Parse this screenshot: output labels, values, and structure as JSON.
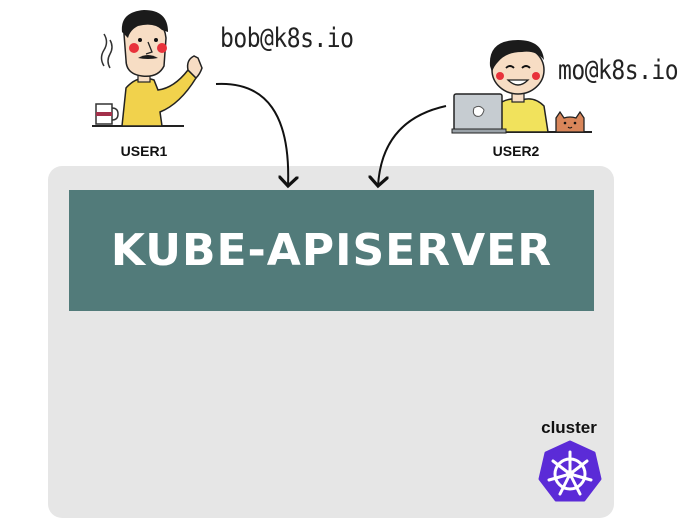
{
  "users": [
    {
      "label": "USER1",
      "email": "bob@k8s.io"
    },
    {
      "label": "USER2",
      "email": "mo@k8s.io"
    }
  ],
  "apiserver": {
    "label": "KUBE-APISERVER"
  },
  "cluster": {
    "label": "cluster"
  },
  "colors": {
    "apiserver_fill": "#527b7a",
    "cluster_box": "#e6e6e6",
    "kubernetes_logo": "#5b2bd7",
    "shirt": "#f1d24c"
  }
}
